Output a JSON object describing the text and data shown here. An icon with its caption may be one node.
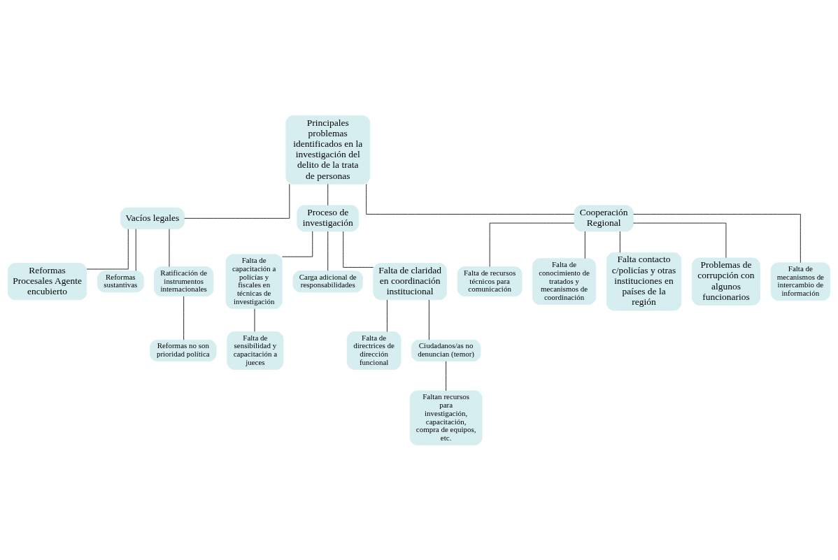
{
  "diagram": {
    "nodes": [
      {
        "text": [
          "Principales problemas identificados en la investigación del delito de la trata de personas"
        ]
      },
      {
        "text": [
          "Vacíos legales"
        ]
      },
      {
        "text": [
          "Proceso de investigación"
        ]
      },
      {
        "text": [
          "Cooperación Regional"
        ]
      },
      {
        "text": [
          "Reformas Procesales Agente encubierto"
        ]
      },
      {
        "text": [
          "Reformas sustantivas"
        ]
      },
      {
        "text": [
          "Ratificación de instrumentos internacionales"
        ]
      },
      {
        "text": [
          "Reformas no son prioridad política"
        ]
      },
      {
        "text": [
          "Falta de capacitación a policías y fiscales en técnicas de investigación"
        ]
      },
      {
        "text": [
          "Carga adicional de responsabilidades"
        ]
      },
      {
        "text": [
          "Falta de claridad en coordinación institucional"
        ]
      },
      {
        "text": [
          "Falta de directrices de dirección funcional"
        ]
      },
      {
        "text": [
          "Falta de sensibilidad y capacitación a jueces"
        ]
      },
      {
        "text": [
          "Ciudadanos/as no denuncian (temor)"
        ]
      },
      {
        "text": [
          "Faltan recursos para investigación, capacitación, compra de equipos, etc."
        ]
      },
      {
        "text": [
          "Falta de recursos técnicos para comunicación"
        ]
      },
      {
        "text": [
          "Falta de conocimiento de tratados y mecanismos de coordinación"
        ]
      },
      {
        "text": [
          "Falta contacto c/policías y otras instituciones en países de la región"
        ]
      },
      {
        "text": [
          "Problemas de corrupción con algunos funcionarios"
        ]
      },
      {
        "text": [
          "Falta de mecanismos de intercambio de información"
        ]
      }
    ],
    "edges": [
      {
        "from": 0,
        "to": 1,
        "arrow": "none"
      },
      {
        "from": 0,
        "to": 2,
        "arrow": "none"
      },
      {
        "from": 0,
        "to": 3,
        "arrow": "none"
      },
      {
        "from": 1,
        "to": 4,
        "arrow": "none"
      },
      {
        "from": 1,
        "to": 5,
        "arrow": "none"
      },
      {
        "from": 1,
        "to": 6,
        "arrow": "none"
      },
      {
        "from": 6,
        "to": 7,
        "arrow": "none"
      },
      {
        "from": 2,
        "to": 8,
        "arrow": "none"
      },
      {
        "from": 2,
        "to": 9,
        "arrow": "none"
      },
      {
        "from": 2,
        "to": 10,
        "arrow": "none"
      },
      {
        "from": 10,
        "to": 11,
        "arrow": "none"
      },
      {
        "from": 8,
        "to": 12,
        "arrow": "none"
      },
      {
        "from": 10,
        "to": 13,
        "arrow": "none"
      },
      {
        "from": 13,
        "to": 14,
        "arrow": "none"
      },
      {
        "from": 3,
        "to": 15,
        "arrow": "none"
      },
      {
        "from": 3,
        "to": 16,
        "arrow": "none"
      },
      {
        "from": 3,
        "to": 17,
        "arrow": "none"
      },
      {
        "from": 3,
        "to": 18,
        "arrow": "none"
      },
      {
        "from": 3,
        "to": 19,
        "arrow": "none"
      }
    ]
  }
}
